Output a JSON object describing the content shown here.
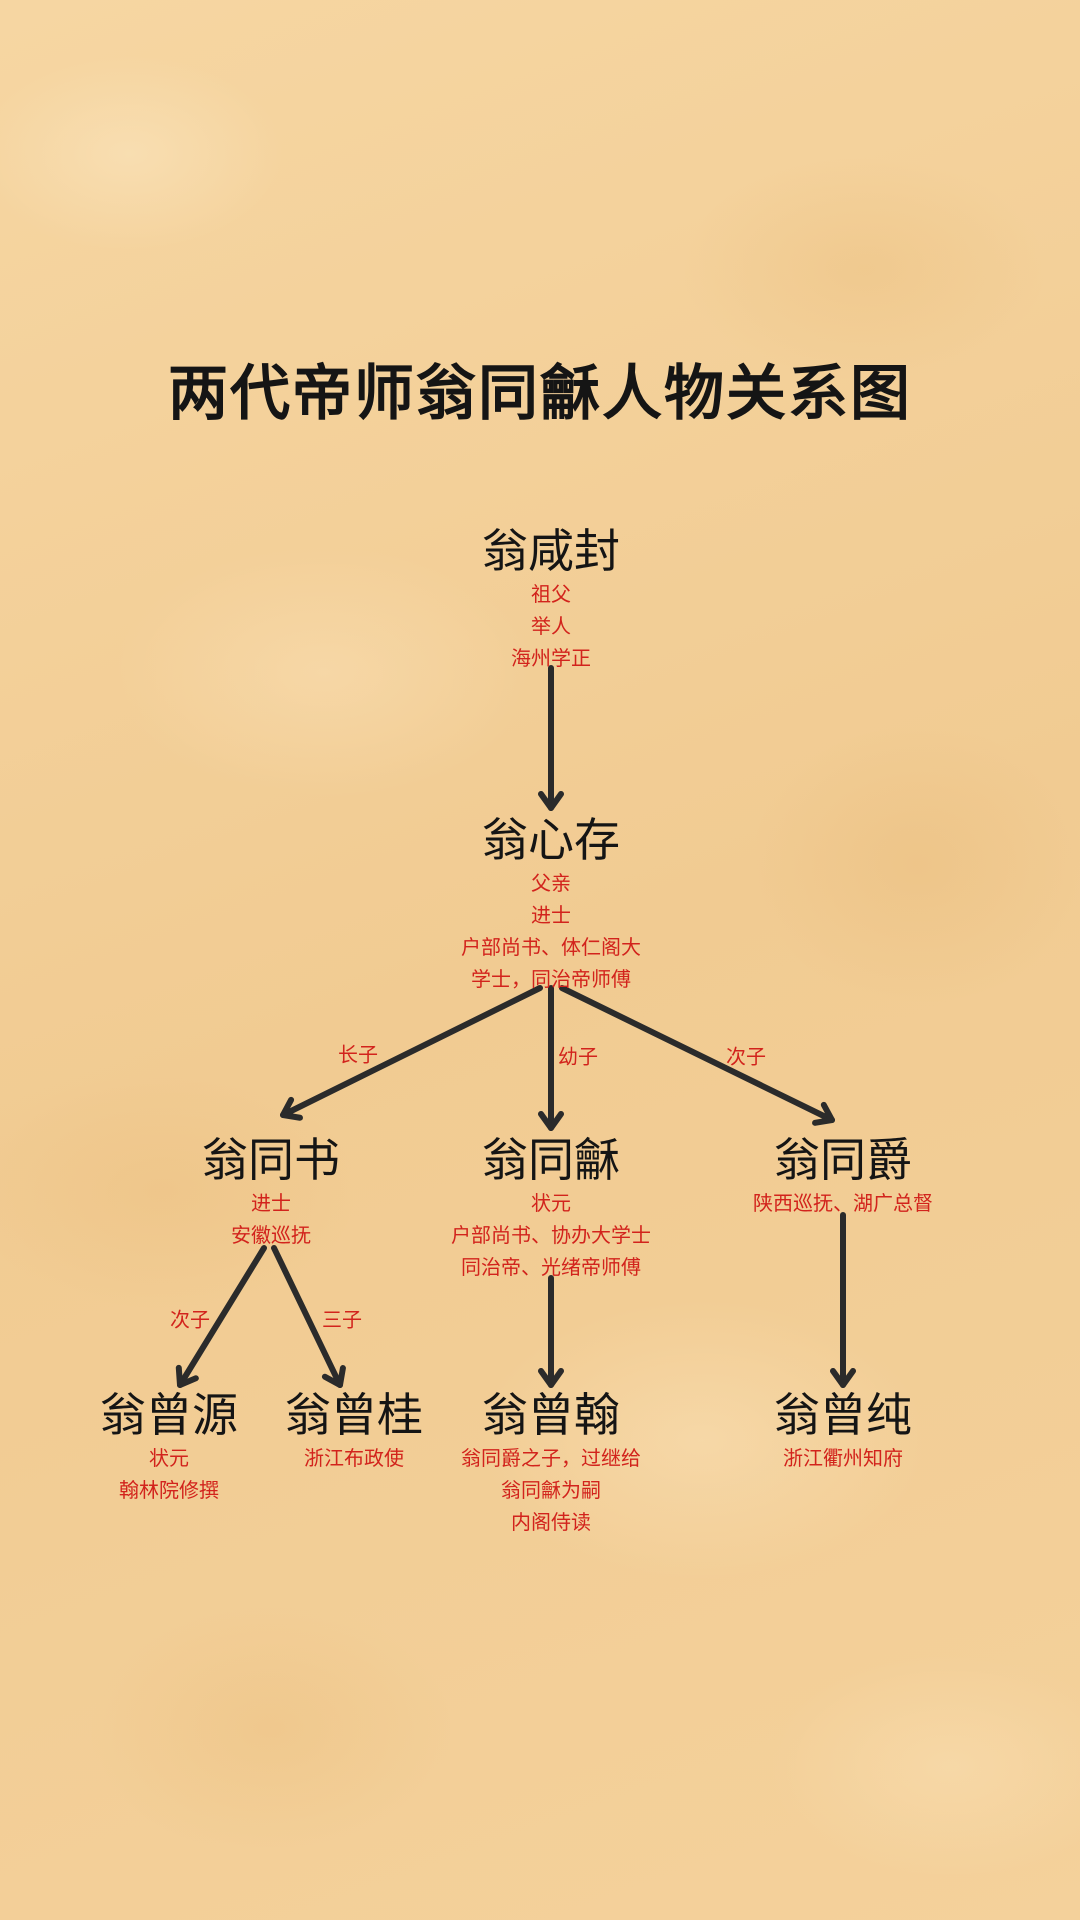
{
  "title": "两代帝师翁同龢人物关系图",
  "colors": {
    "background": "#f3cf98",
    "name_text": "#151515",
    "detail_text": "#d2231c",
    "arrow": "#2b2b2b"
  },
  "nodes": {
    "xianfeng": {
      "name": "翁咸封",
      "lines": [
        "祖父",
        "举人",
        "海州学正"
      ]
    },
    "xincun": {
      "name": "翁心存",
      "lines": [
        "父亲",
        "进士",
        "户部尚书、体仁阁大",
        "学士，同治帝师傅"
      ]
    },
    "tongshu": {
      "name": "翁同书",
      "lines": [
        "进士",
        "安徽巡抚"
      ]
    },
    "tonghe": {
      "name": "翁同龢",
      "lines": [
        "状元",
        "户部尚书、协办大学士",
        "同治帝、光绪帝师傅"
      ]
    },
    "tongjue": {
      "name": "翁同爵",
      "lines": [
        "陕西巡抚、湖广总督"
      ]
    },
    "zengyuan": {
      "name": "翁曾源",
      "lines": [
        "状元",
        "翰林院修撰"
      ]
    },
    "zenggui": {
      "name": "翁曾桂",
      "lines": [
        "浙江布政使"
      ]
    },
    "zenghan": {
      "name": "翁曾翰",
      "lines": [
        "翁同爵之子，过继给",
        "翁同龢为嗣",
        "内阁侍读"
      ]
    },
    "zengchun": {
      "name": "翁曾纯",
      "lines": [
        "浙江衢州知府"
      ]
    }
  },
  "edges": [
    {
      "from": "xianfeng",
      "to": "xincun",
      "label": ""
    },
    {
      "from": "xincun",
      "to": "tongshu",
      "label": "长子"
    },
    {
      "from": "xincun",
      "to": "tonghe",
      "label": "幼子"
    },
    {
      "from": "xincun",
      "to": "tongjue",
      "label": "次子"
    },
    {
      "from": "tongshu",
      "to": "zengyuan",
      "label": "次子"
    },
    {
      "from": "tongshu",
      "to": "zenggui",
      "label": "三子"
    },
    {
      "from": "tonghe",
      "to": "zenghan",
      "label": ""
    },
    {
      "from": "tongjue",
      "to": "zengchun",
      "label": ""
    }
  ]
}
